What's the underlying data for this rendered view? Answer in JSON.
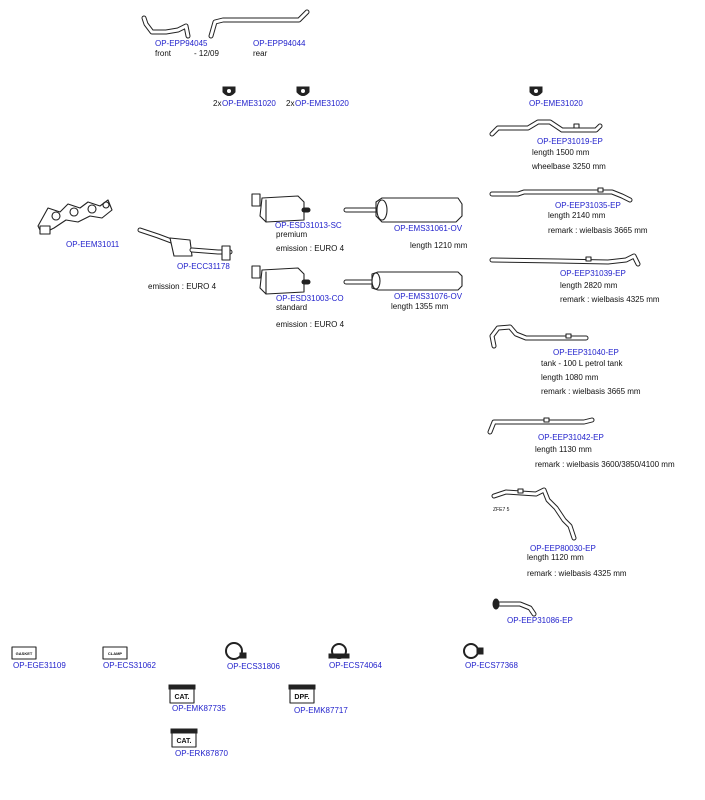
{
  "parts": {
    "epp_front": {
      "code": "OP-EPP94045",
      "note1": "front",
      "note2": "- 12/09"
    },
    "epp_rear": {
      "code": "OP-EPP94044",
      "note1": "rear"
    },
    "eme_a": {
      "qty": "2x",
      "code": "OP-EME31020"
    },
    "eme_b": {
      "qty": "2x",
      "code": "OP-EME31020"
    },
    "eme_c": {
      "code": "OP-EME31020"
    },
    "eep31019": {
      "code": "OP-EEP31019-EP",
      "note1": "length 1500 mm",
      "note2": "wheelbase 3250 mm"
    },
    "eep31035": {
      "code": "OP-EEP31035-EP",
      "note1": "length 2140 mm",
      "note2": "remark : wielbasis 3665 mm"
    },
    "eep31039": {
      "code": "OP-EEP31039-EP",
      "note1": "length 2820 mm",
      "note2": "remark : wielbasis 4325 mm"
    },
    "eep31040": {
      "code": "OP-EEP31040-EP",
      "note1": "tank - 100 L petrol tank",
      "note2": "length 1080 mm",
      "note3": "remark : wielbasis 3665 mm"
    },
    "eep31042": {
      "code": "OP-EEP31042-EP",
      "note1": "length 1130 mm",
      "note2": "remark : wielbasis 3600/3850/4100 mm"
    },
    "eep80030": {
      "code": "OP-EEP80030-EP",
      "note1": "length 1120 mm",
      "note2": "remark : wielbasis 4325 mm",
      "marker": "ZFE7 5"
    },
    "eep31086": {
      "code": "OP-EEP31086-EP"
    },
    "eem31011": {
      "code": "OP-EEM31011"
    },
    "ecc31178": {
      "code": "OP-ECC31178",
      "note1": "emission : EURO 4"
    },
    "esd31013": {
      "code": "OP-ESD31013-SC",
      "note1": "premium",
      "note2": "emission : EURO 4"
    },
    "esd31003": {
      "code": "OP-ESD31003-CO",
      "note1": "standard",
      "note2": "emission : EURO 4"
    },
    "ems31061": {
      "code": "OP-EMS31061-OV",
      "note1": "length 1210 mm"
    },
    "ems31076": {
      "code": "OP-EMS31076-OV",
      "note1": "length 1355 mm"
    },
    "ege31109": {
      "code": "OP-EGE31109",
      "icon_text": "GASKET"
    },
    "ecs31062": {
      "code": "OP-ECS31062",
      "icon_text": "CLAMP"
    },
    "ecs31806": {
      "code": "OP-ECS31806"
    },
    "ecs74064": {
      "code": "OP-ECS74064"
    },
    "ecs77368": {
      "code": "OP-ECS77368"
    },
    "emk87735": {
      "code": "OP-EMK87735",
      "icon_text": "CAT."
    },
    "emk87717": {
      "code": "OP-EMK87717",
      "icon_text": "DPF."
    },
    "erk87870": {
      "code": "OP-ERK87870",
      "icon_text": "CAT."
    }
  },
  "colors": {
    "label": "#2222cc",
    "text": "#111111",
    "line": "#222222"
  }
}
